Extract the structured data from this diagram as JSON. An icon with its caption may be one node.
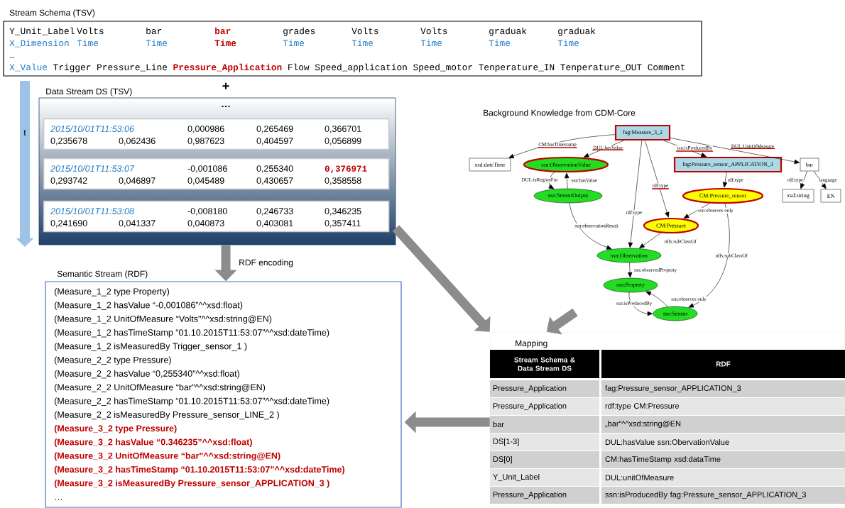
{
  "diagram": {
    "nodes": [
      {
        "text": [
          "Stream Schema (TSV)",
          "Y_Unit_Label",
          "Volts",
          "bar",
          "bar",
          "grades",
          "Volts",
          "Volts",
          "graduak",
          "graduak",
          "X_Dimension",
          "Time",
          "Time",
          "Time",
          "Time",
          "Time",
          "Time",
          "Time",
          "Time",
          "…",
          "X_Value",
          "Trigger",
          "Pressure_Line",
          "Pressure_Application",
          "Flow",
          "Speed_application",
          "Speed_motor",
          "Tenperature_IN",
          "Tenperature_OUT",
          "Comment"
        ]
      },
      {
        "text": [
          "Data Stream DS (TSV)"
        ]
      },
      {
        "text": [
          "2015/10/01T11:53:06",
          "0,000986",
          "0,265469",
          "0,366701",
          "0,235678",
          "0,062436",
          "0,987623",
          "0,404597",
          "0,056899"
        ],
        "in": 1
      },
      {
        "text": [
          "2015/10/01T11:53:07",
          "-0,001086",
          "0,255340",
          "0,376971",
          "0,293742",
          "0,046897",
          "0,045489",
          "0,430657",
          "0,358558"
        ],
        "in": 1
      },
      {
        "text": [
          "2015/10/01T11:53:08",
          "-0,008180",
          "0,246733",
          "0,346235",
          "0,241690",
          "0,041337",
          "0,040873",
          "0,403081",
          "0,357411"
        ],
        "in": 1
      },
      {
        "text": [
          "Semantic Stream (RDF)",
          "(Measure_1_2 type Property)",
          "(Measure_1_2 hasValue “-0,001086”^^xsd:float)",
          "(Measure_1_2 UnitOfMeasure “Volts\"^^xsd:string@EN)",
          "(Measure_1_2 hasTimeStamp “01.10.2015T11:53:07”^^xsd:dateTime)",
          "(Measure_1_2 isMeasuredBy Trigger_sensor_1 )",
          "(Measure_2_2 type Pressure)",
          "(Measure_2_2 hasValue “0,255340”^^xsd:float)",
          "(Measure_2_2 UnitOfMeasure “bar\"^^xsd:string@EN)",
          "(Measure_2_2 hasTimeStamp “01.10.2015T11:53:07”^^xsd:dateTime)",
          "(Measure_2_2 isMeasuredBy Pressure_sensor_LINE_2 )",
          "(Measure_3_2 type Pressure)",
          "(Measure_3_2 hasValue “0.346235”^^xsd:float)",
          "(Measure_3_2 UnitOfMeasure “bar\"^^xsd:string@EN)",
          "(Measure_3_2 hasTimeStamp “01.10.2015T11:53:07”^^xsd:dateTime)",
          "(Measure_3_2 isMeasuredBy Pressure_sensor_APPLICATION_3 )",
          "…"
        ]
      },
      {
        "text": [
          "Mapping",
          "Stream Schema & Data Stream DS",
          "RDF",
          "Pressure_Application",
          "fag:Pressure_sensor_APPLICATION_3",
          "Pressure_Application",
          "rdf:type CM:Pressure",
          "bar",
          "„bar“^^xsd:string@EN",
          "DS[1-3]",
          "DUL:hasValue ssn:ObervationValue",
          "DS[0]",
          "CM:hasTimeStamp xsd:dataTime",
          "Y_Unit_Label",
          "DUL:unitOfMeasure",
          "Pressure_Application",
          "ssn:isProducedBy fag:Pressure_sensor_APPLICATION_3"
        ]
      },
      {
        "text": [
          "fag:Measure_3_2"
        ]
      },
      {
        "text": [
          "xsd:dateTime"
        ]
      },
      {
        "text": [
          "ssn:ObservationValue"
        ]
      },
      {
        "text": [
          "fag:Pressure_sensor_APPLICATION_3"
        ]
      },
      {
        "text": [
          "bar"
        ]
      },
      {
        "text": [
          "ssn:SensorOutput"
        ]
      },
      {
        "text": [
          "CM:Pressure_sensor"
        ]
      },
      {
        "text": [
          "xsd:string"
        ]
      },
      {
        "text": [
          "EN"
        ]
      },
      {
        "text": [
          "CM:Pressure"
        ]
      },
      {
        "text": [
          "ssn:Observation"
        ]
      },
      {
        "text": [
          "ssn:Property"
        ]
      },
      {
        "text": [
          "ssn:Sensor"
        ]
      }
    ],
    "edges": [
      {
        "from": 1,
        "to": 5,
        "arrow": "to",
        "label": "RDF encoding",
        "style": "thick",
        "color": "#8c8c8c"
      },
      {
        "from": 1,
        "to": 6,
        "arrow": "to",
        "style": "thick",
        "color": "#8c8c8c"
      },
      {
        "from": null,
        "to": 6,
        "arrow": "to",
        "style": "thick",
        "color": "#8c8c8c"
      },
      {
        "from": 6,
        "to": 5,
        "arrow": "to",
        "style": "thick",
        "color": "#8c8c8c"
      },
      {
        "from": 7,
        "to": 8,
        "arrow": "to",
        "label": "CM:hasTimestamp"
      },
      {
        "from": 7,
        "to": 9,
        "arrow": "to",
        "label": "DUL:hasValue"
      },
      {
        "from": 7,
        "to": 17,
        "arrow": "to",
        "label": "rdf:type"
      },
      {
        "from": 7,
        "to": 16,
        "arrow": "to",
        "label": "rdf:type"
      },
      {
        "from": 7,
        "to": 10,
        "arrow": "to",
        "label": "ssn:isProducedBy"
      },
      {
        "from": 7,
        "to": 11,
        "arrow": "to",
        "label": "DUL:UnitOfMeasure"
      },
      {
        "from": 9,
        "to": 12,
        "arrow": "to",
        "label": "DUL:isRegionFor"
      },
      {
        "from": 12,
        "to": 9,
        "arrow": "to",
        "label": "ssn:hasValue"
      },
      {
        "from": 10,
        "to": 13,
        "arrow": "to",
        "label": "rdf:type"
      },
      {
        "from": 11,
        "to": 14,
        "arrow": "to",
        "label": "rdf:type"
      },
      {
        "from": 11,
        "to": 15,
        "arrow": "to",
        "label": "language"
      },
      {
        "from": 13,
        "to": 16,
        "arrow": "to",
        "label": "ssn:observes only"
      },
      {
        "from": 13,
        "to": 19,
        "arrow": "to",
        "label": "rdfs:subClassOf"
      },
      {
        "from": 12,
        "to": 17,
        "arrow": "to",
        "label": "ssn:observationResult"
      },
      {
        "from": 16,
        "to": 17,
        "arrow": "to",
        "label": "rdfs:subClassOf"
      },
      {
        "from": 17,
        "to": 18,
        "arrow": "to",
        "label": "ssn:observedProperty"
      },
      {
        "from": 18,
        "to": 19,
        "arrow": "to",
        "label": "ssn:isProducedBy"
      },
      {
        "from": 19,
        "to": 18,
        "arrow": "to",
        "label": "ssn:observes only"
      }
    ],
    "labels": [
      "+",
      "…",
      "Background Knowledge from CDM-Core",
      "t"
    ]
  }
}
